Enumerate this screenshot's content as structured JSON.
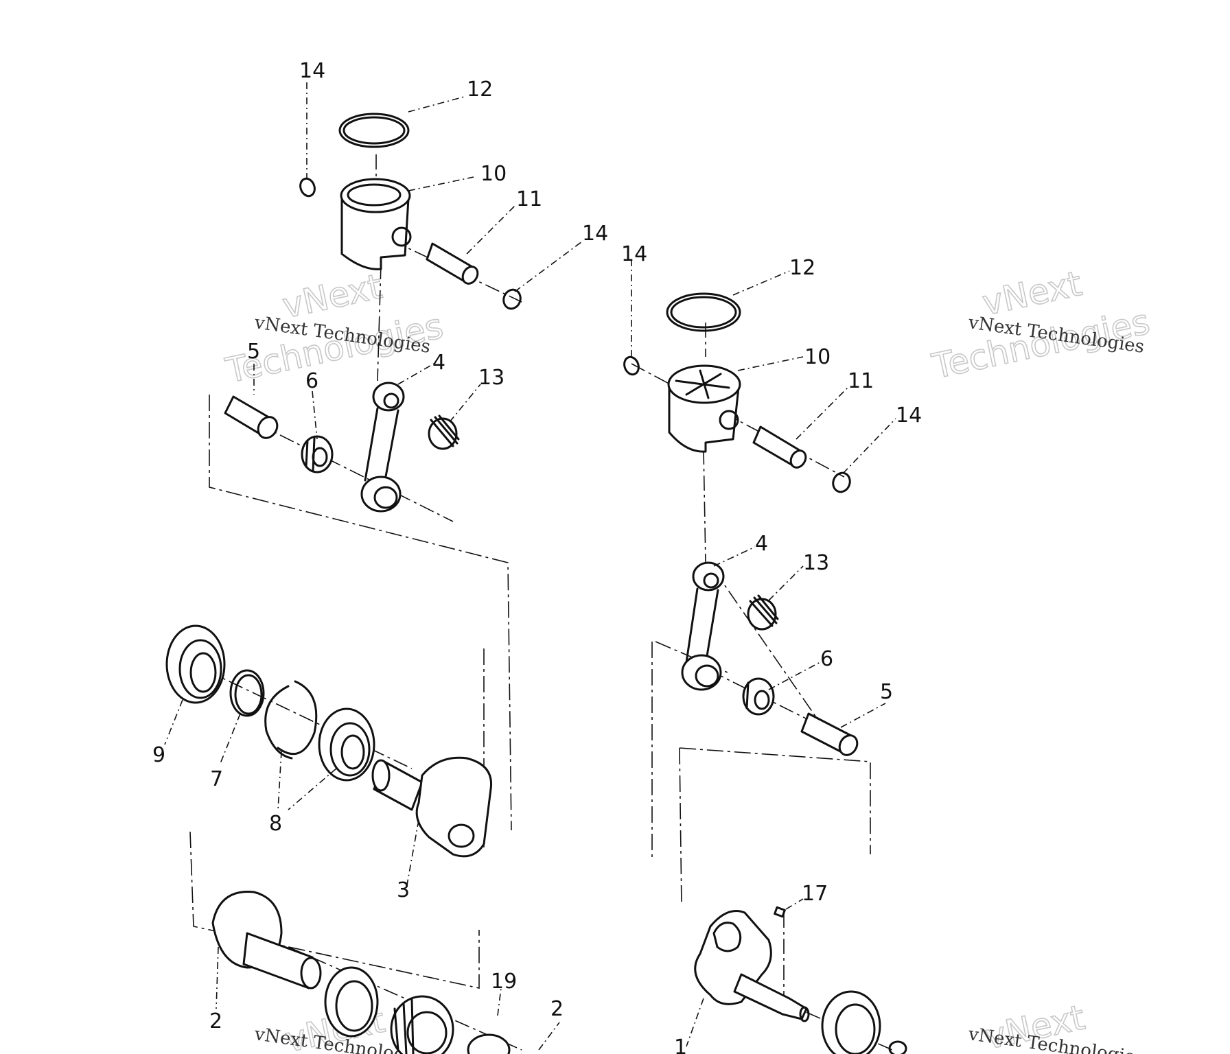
{
  "callouts": {
    "c14a": "14",
    "c12a": "12",
    "c10a": "10",
    "c11a": "11",
    "c14b": "14",
    "c14c": "14",
    "c12b": "12",
    "c10b": "10",
    "c11b": "11",
    "c14d": "14",
    "c5a": "5",
    "c6a": "6",
    "c4a": "4",
    "c13a": "13",
    "c4b": "4",
    "c13b": "13",
    "c6b": "6",
    "c5b": "5",
    "c9": "9",
    "c7": "7",
    "c8": "8",
    "c3": "3",
    "c2a": "2",
    "c19": "19",
    "c2b": "2",
    "c1": "1",
    "c17": "17"
  },
  "watermark": {
    "big_line1": "vNext",
    "big_line2": "Technologies",
    "small": "vNext Technologies"
  }
}
